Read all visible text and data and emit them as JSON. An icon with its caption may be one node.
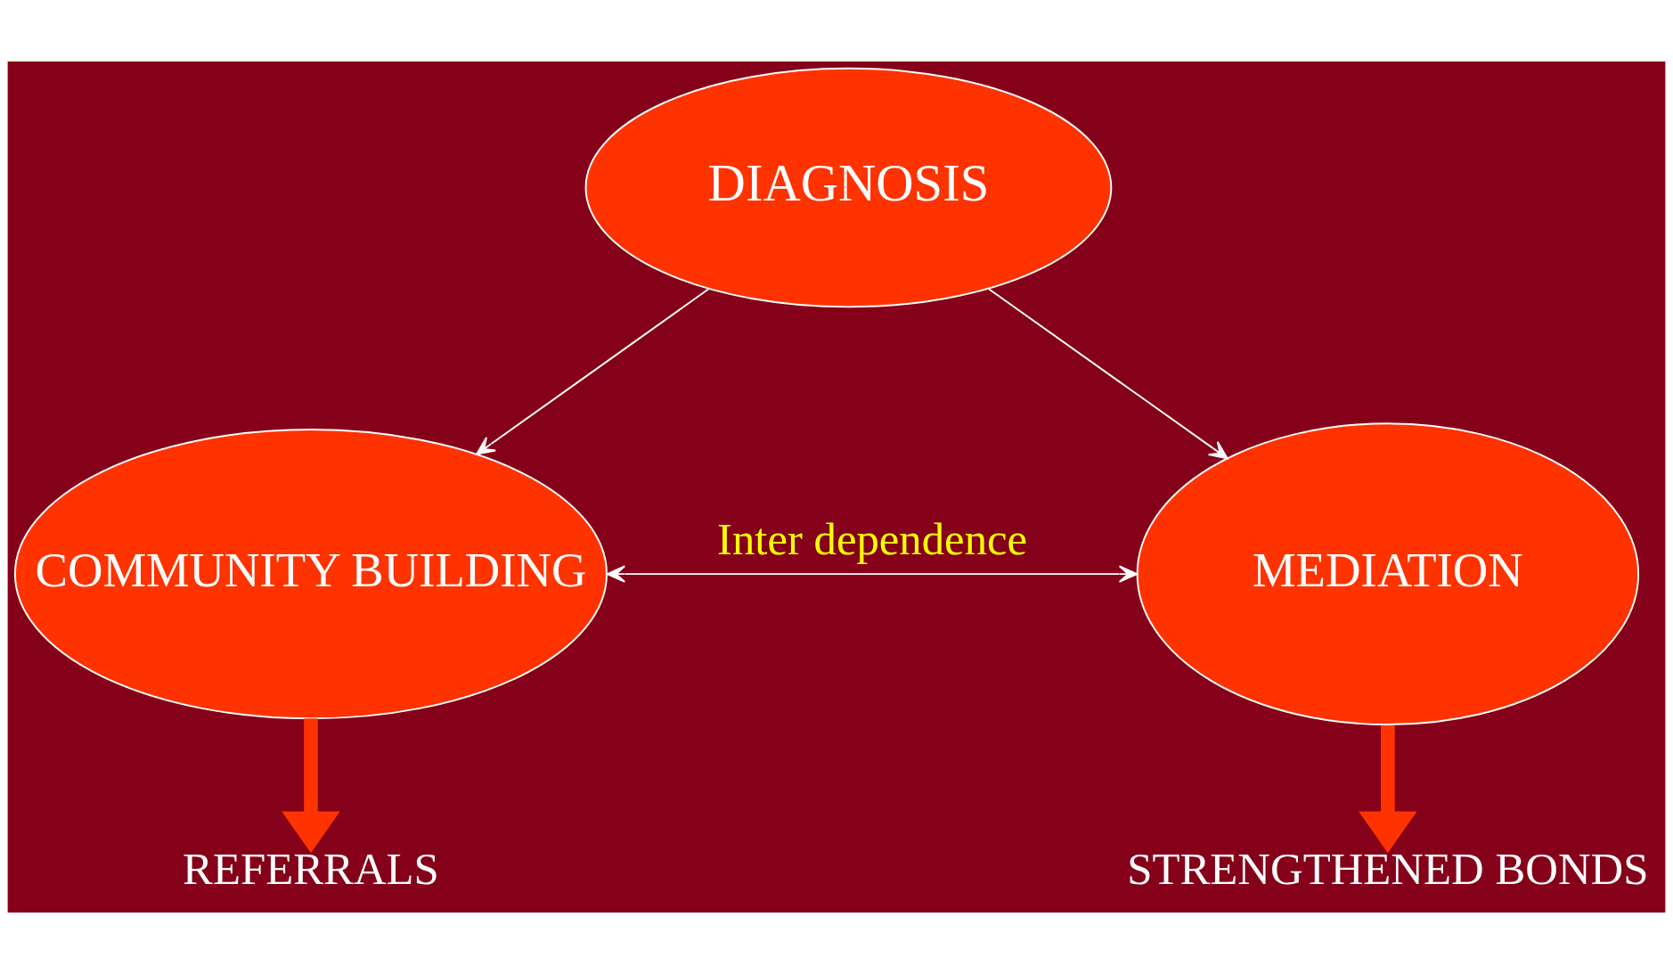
{
  "diagram": {
    "nodes": [
      {
        "text": [
          "DIAGNOSIS"
        ]
      },
      {
        "text": [
          "COMMUNITY BUILDING"
        ]
      },
      {
        "text": [
          "MEDIATION"
        ]
      },
      {
        "text": [
          "REFERRALS"
        ]
      },
      {
        "text": [
          "STRENGTHENED BONDS"
        ]
      }
    ],
    "edges": [
      {
        "from": 0,
        "to": 1,
        "arrow": "to"
      },
      {
        "from": 0,
        "to": 2,
        "arrow": "to"
      },
      {
        "from": 1,
        "to": 2,
        "arrow": "both",
        "label": "Inter dependence"
      },
      {
        "from": 1,
        "to": 3,
        "arrow": "to",
        "style": "thick",
        "color": "#ff3300"
      },
      {
        "from": 2,
        "to": 4,
        "arrow": "to",
        "style": "thick",
        "color": "#ff3300"
      }
    ]
  }
}
